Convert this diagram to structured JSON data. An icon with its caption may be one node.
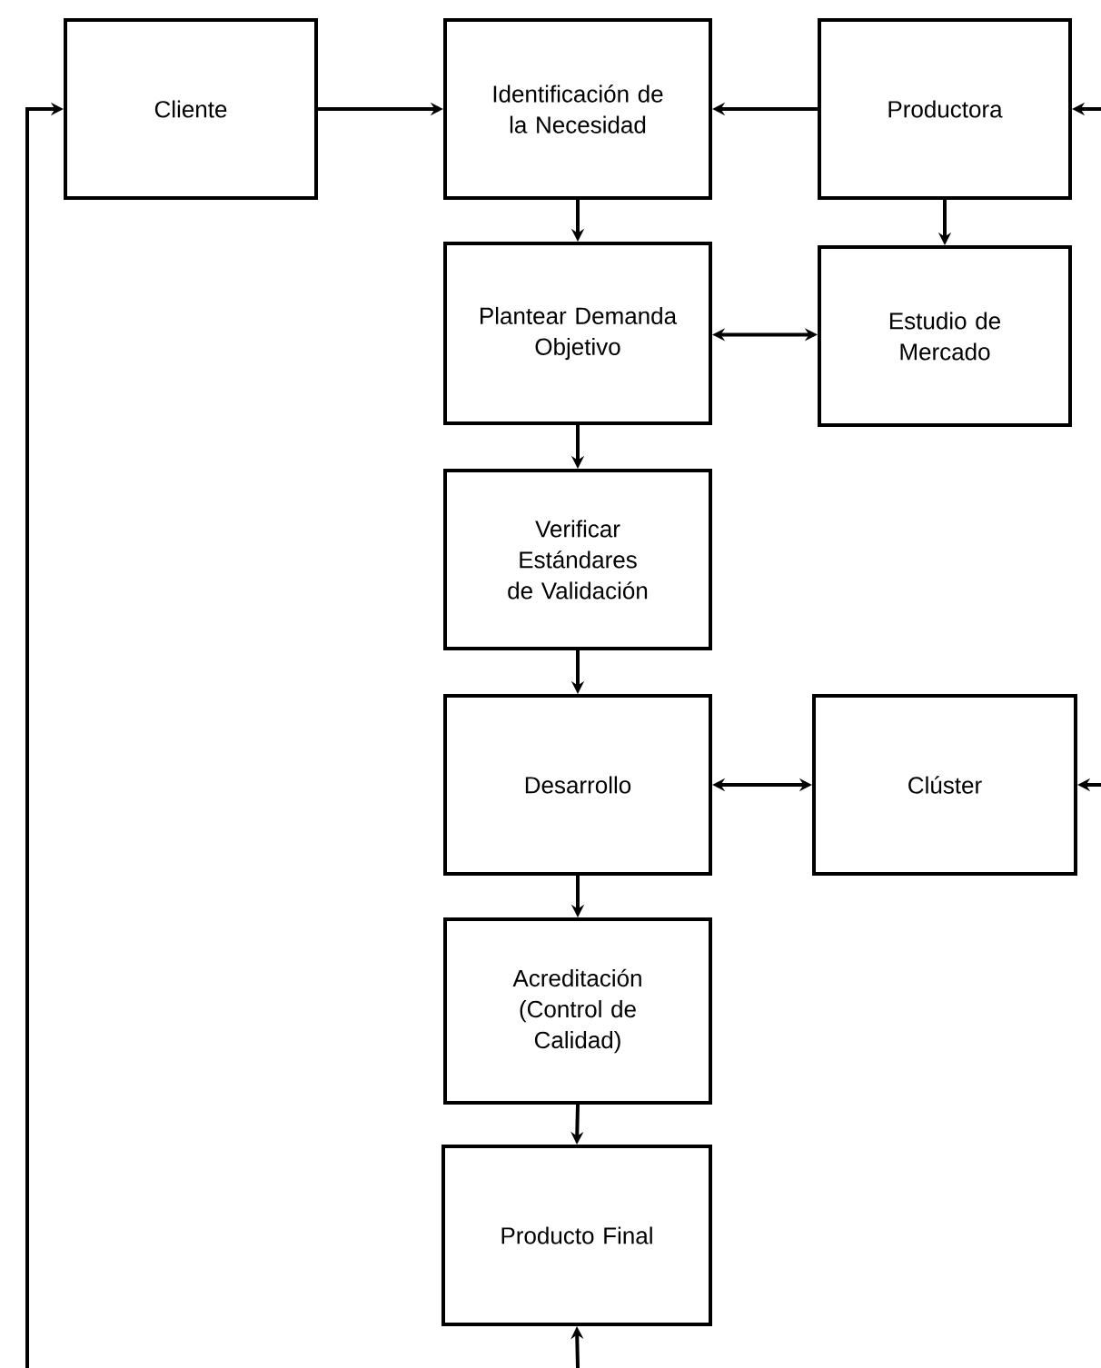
{
  "diagram": {
    "nodes": [
      {
        "text": [
          "Cliente"
        ]
      },
      {
        "text": [
          "Identificación de la Necesidad"
        ]
      },
      {
        "text": [
          "Productora"
        ]
      },
      {
        "text": [
          "Plantear Demanda Objetivo"
        ]
      },
      {
        "text": [
          "Estudio de Mercado"
        ]
      },
      {
        "text": [
          "Verificar Estándares de Validación"
        ]
      },
      {
        "text": [
          "Desarrollo"
        ]
      },
      {
        "text": [
          "Clúster"
        ]
      },
      {
        "text": [
          "Acreditación (Control de Calidad)"
        ]
      },
      {
        "text": [
          "Producto Final"
        ]
      }
    ],
    "edges": [
      {
        "from": 0,
        "to": 1,
        "arrow": "to"
      },
      {
        "from": 2,
        "to": 1,
        "arrow": "to"
      },
      {
        "from": 1,
        "to": 3,
        "arrow": "to"
      },
      {
        "from": 2,
        "to": 4,
        "arrow": "to"
      },
      {
        "from": 3,
        "to": 4,
        "arrow": "both"
      },
      {
        "from": 3,
        "to": 5,
        "arrow": "to"
      },
      {
        "from": 5,
        "to": 6,
        "arrow": "to"
      },
      {
        "from": 6,
        "to": 7,
        "arrow": "both"
      },
      {
        "from": 6,
        "to": 8,
        "arrow": "to"
      },
      {
        "from": 8,
        "to": 9,
        "arrow": "to"
      },
      {
        "from": null,
        "to": 9,
        "arrow": "to"
      },
      {
        "from": null,
        "to": 0,
        "arrow": "to"
      },
      {
        "from": null,
        "to": 2,
        "arrow": "to"
      },
      {
        "from": null,
        "to": 7,
        "arrow": "to"
      }
    ]
  }
}
